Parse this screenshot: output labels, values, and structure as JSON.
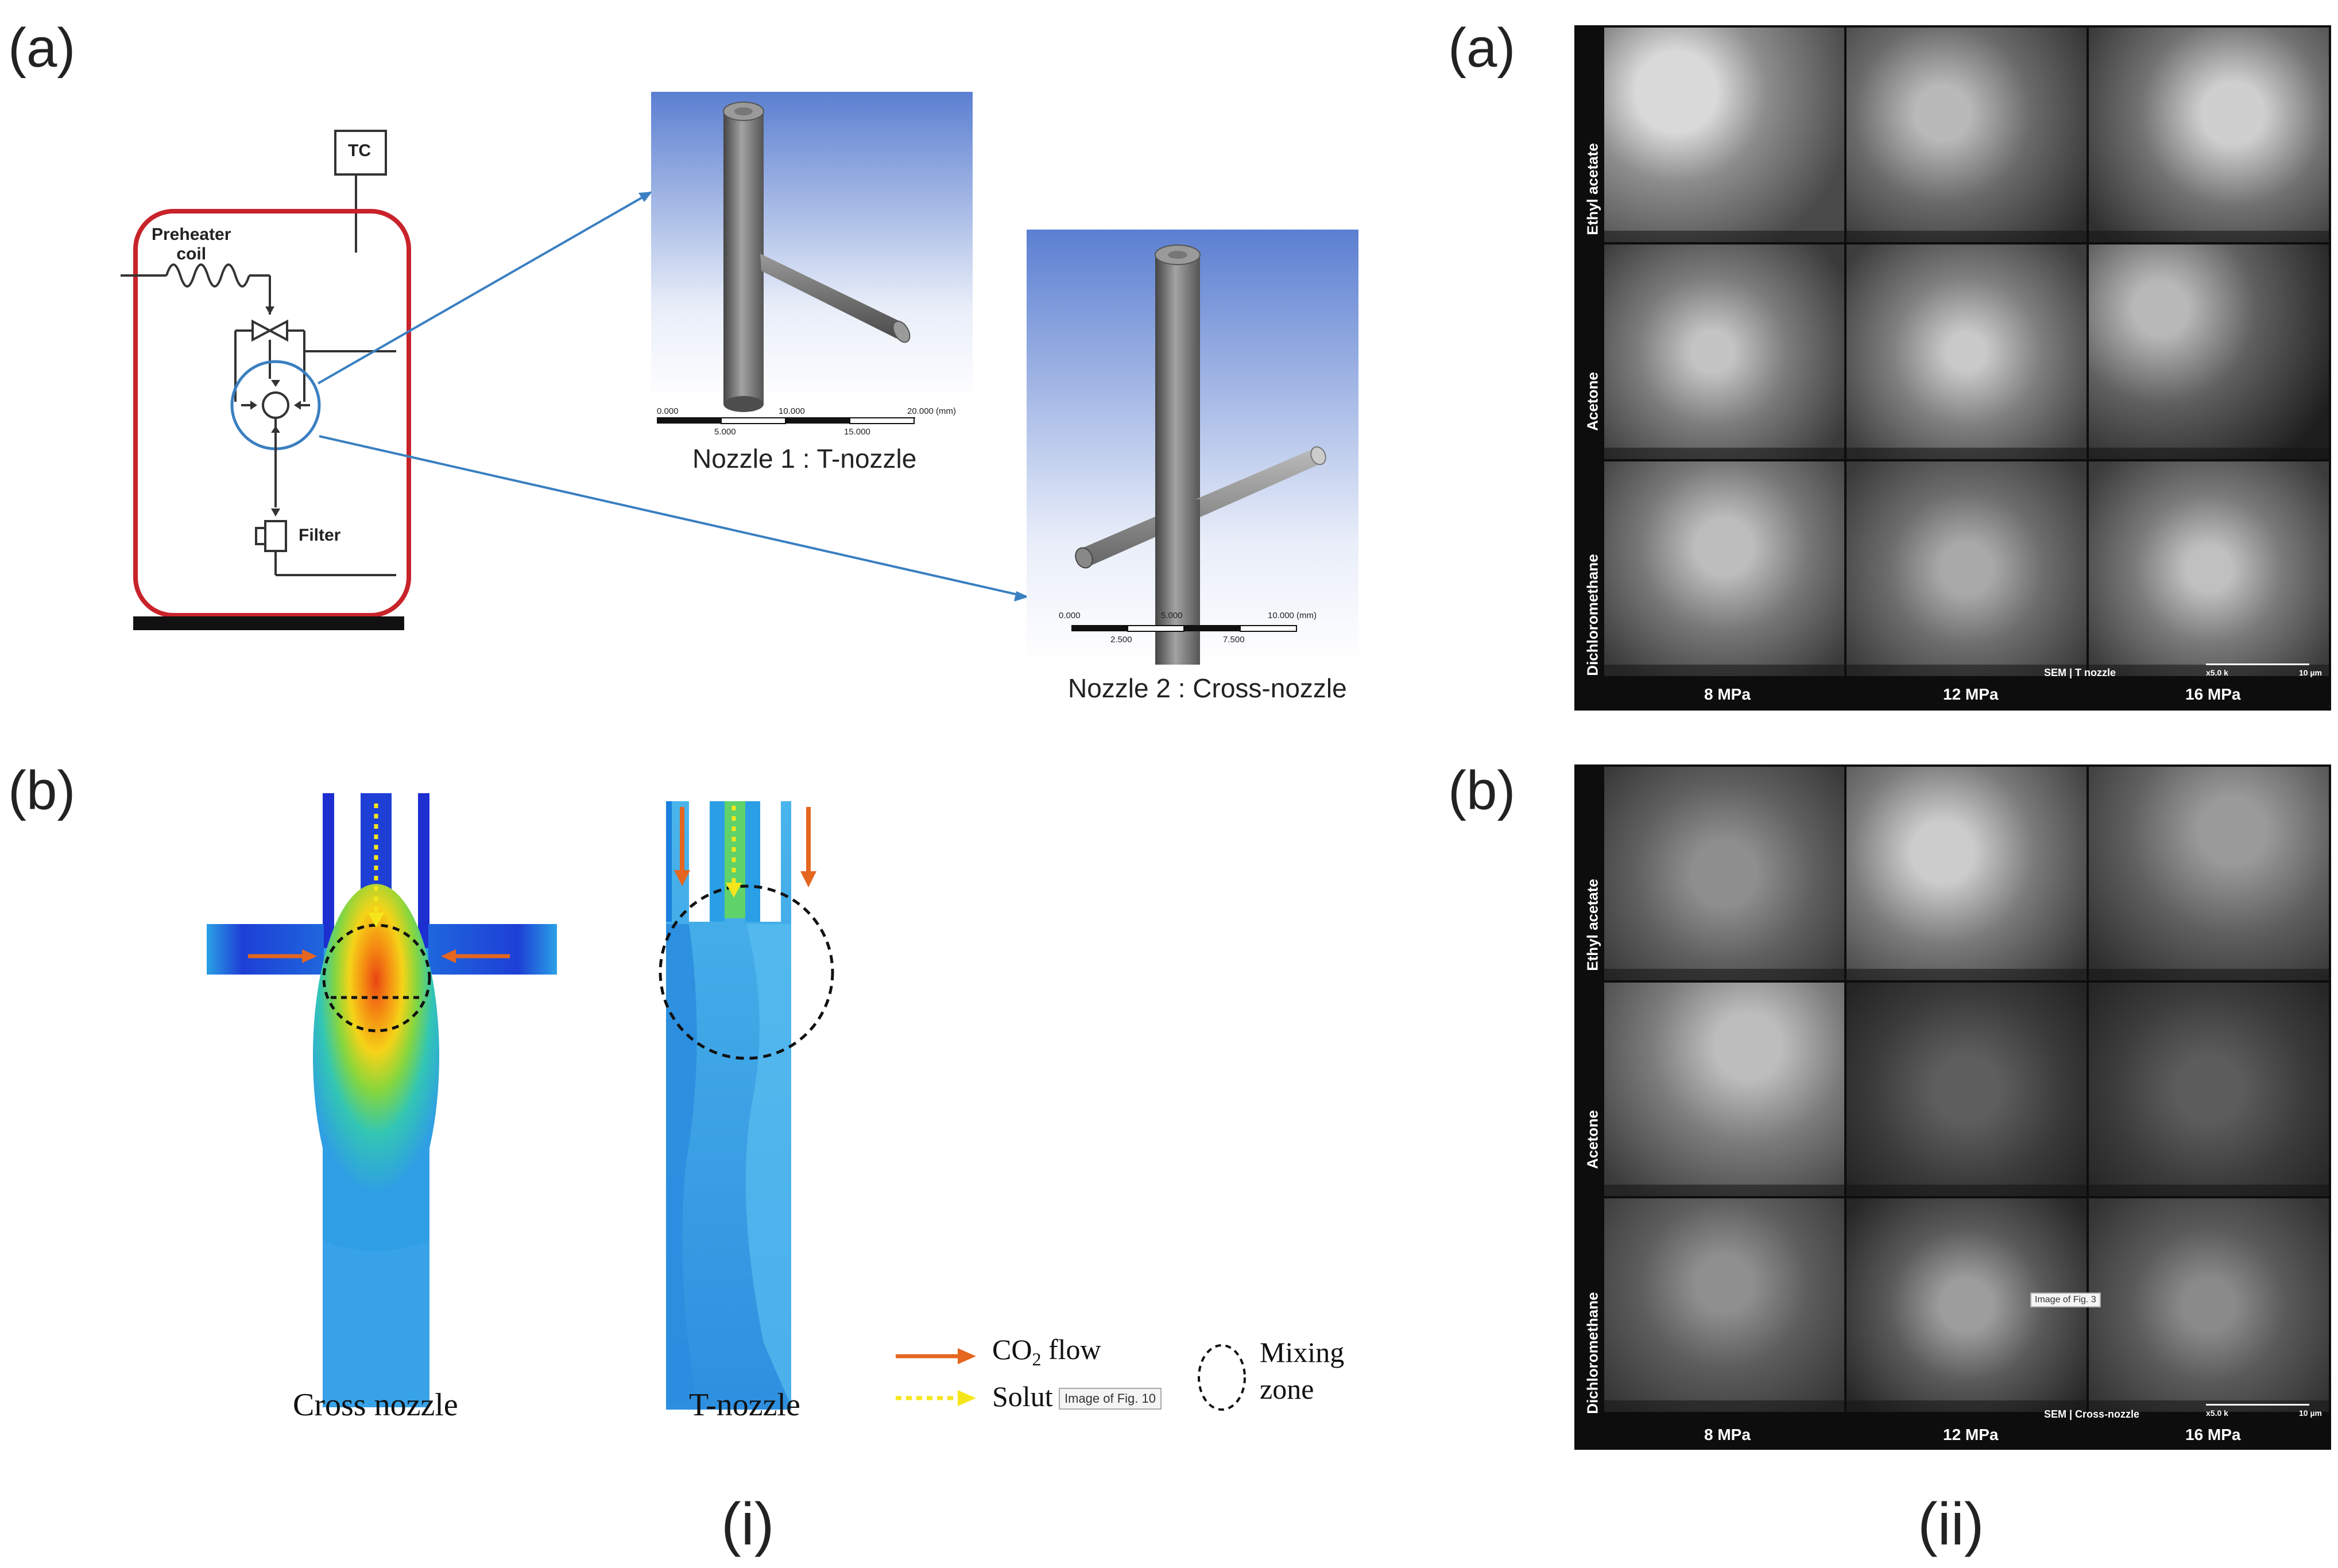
{
  "panel_labels": {
    "i_a": "(a)",
    "i_b": "(b)",
    "ii_a": "(a)",
    "ii_b": "(b)",
    "roman_i": "(i)",
    "roman_ii": "(ii)"
  },
  "schematic": {
    "tc_label": "TC",
    "preheater_label": "Preheater coil",
    "preheater_line1": "Preheater",
    "preheater_line2": "coil",
    "filter_label": "Filter",
    "frame_color": "#c8232b",
    "link_color": "#3a7fc1"
  },
  "nozzle1": {
    "caption": "Nozzle 1 : T-nozzle",
    "scale_top": [
      "0.000",
      "10.000",
      "20.000 (mm)"
    ],
    "scale_bottom": [
      "5.000",
      "15.000"
    ]
  },
  "nozzle2": {
    "caption": "Nozzle 2 : Cross-nozzle",
    "scale_top": [
      "0.000",
      "5.000",
      "10.000 (mm)"
    ],
    "scale_bottom": [
      "2.500",
      "7.500"
    ]
  },
  "cfd": {
    "cross_caption": "Cross nozzle",
    "t_caption": "T-nozzle",
    "legend_co2_prefix": "CO",
    "legend_co2_sub": "2",
    "legend_co2_suffix": " flow",
    "legend_solution": "Solut",
    "legend_mixing_1": "Mixing",
    "legend_mixing_2": "zone",
    "tooltip": "Image of Fig. 10",
    "co2_color": "#e4661f",
    "solution_color": "#f5e61c"
  },
  "sem_a": {
    "rows": [
      "Ethyl acetate",
      "Acetone",
      "Dichloromethane"
    ],
    "cols": [
      "8 MPa",
      "12 MPa",
      "16 MPa"
    ],
    "tag": "SEM  |  T nozzle",
    "scale_label_top": "x5.0 k",
    "scale_label_right": "10 µm"
  },
  "sem_b": {
    "rows": [
      "Ethyl acetate",
      "Acetone",
      "Dichloromethane"
    ],
    "cols": [
      "8 MPa",
      "12 MPa",
      "16 MPa"
    ],
    "tag": "SEM  |  Cross-nozzle",
    "scale_label_top": "x5.0 k",
    "scale_label_right": "10 µm",
    "tooltip": "Image of Fig. 3"
  }
}
